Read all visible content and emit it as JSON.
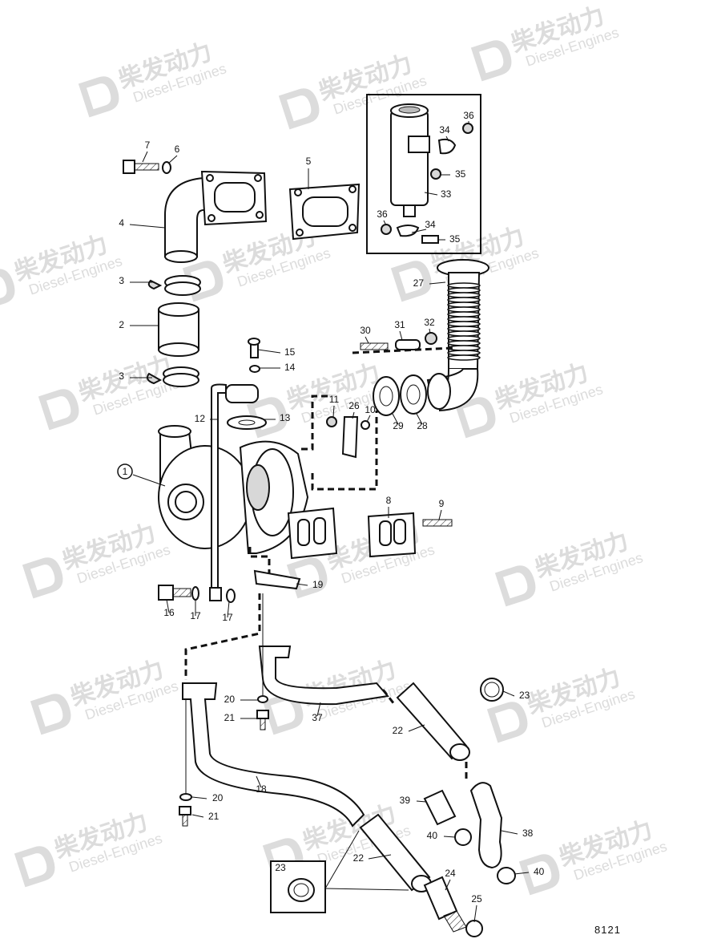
{
  "drawing_number": "8121",
  "watermark": {
    "brand": "柴发动力",
    "sub": "Diesel-Engines",
    "color": "#dcdcdc"
  },
  "callouts": [
    {
      "label": "1"
    },
    {
      "label": "2"
    },
    {
      "label": "3"
    },
    {
      "label": "3"
    },
    {
      "label": "4"
    },
    {
      "label": "5"
    },
    {
      "label": "6"
    },
    {
      "label": "7"
    },
    {
      "label": "8"
    },
    {
      "label": "9"
    },
    {
      "label": "10"
    },
    {
      "label": "11"
    },
    {
      "label": "12"
    },
    {
      "label": "13"
    },
    {
      "label": "14"
    },
    {
      "label": "15"
    },
    {
      "label": "16"
    },
    {
      "label": "17"
    },
    {
      "label": "17"
    },
    {
      "label": "18"
    },
    {
      "label": "19"
    },
    {
      "label": "20"
    },
    {
      "label": "20"
    },
    {
      "label": "21"
    },
    {
      "label": "21"
    },
    {
      "label": "22"
    },
    {
      "label": "22"
    },
    {
      "label": "23"
    },
    {
      "label": "23"
    },
    {
      "label": "24"
    },
    {
      "label": "25"
    },
    {
      "label": "26"
    },
    {
      "label": "27"
    },
    {
      "label": "28"
    },
    {
      "label": "29"
    },
    {
      "label": "30"
    },
    {
      "label": "31"
    },
    {
      "label": "32"
    },
    {
      "label": "33"
    },
    {
      "label": "34"
    },
    {
      "label": "34"
    },
    {
      "label": "35"
    },
    {
      "label": "35"
    },
    {
      "label": "36"
    },
    {
      "label": "36"
    },
    {
      "label": "37"
    },
    {
      "label": "38"
    },
    {
      "label": "39"
    },
    {
      "label": "40"
    },
    {
      "label": "40"
    }
  ]
}
